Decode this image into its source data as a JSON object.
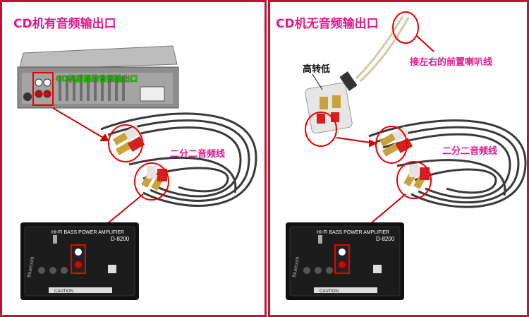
{
  "left": {
    "title": "CD机有音频输出口",
    "rear_label": "CD机后面的音频输出口",
    "cable_label": "二分二音频线",
    "amp": {
      "model": "D-8200",
      "name": "HI-FI BASS POWER AMPLIFIER",
      "brand": "Bluetooth",
      "caution": "CAUTION"
    }
  },
  "right": {
    "title": "CD机无音频输出口",
    "speaker_label": "接左右的前置喇叭线",
    "converter_label": "高转低",
    "cable_label": "二分二音频线",
    "amp": {
      "model": "D-8200",
      "name": "HI-FI BASS POWER AMPLIFIER",
      "brand": "Bluetooth",
      "caution": "CAUTION"
    }
  },
  "colors": {
    "border": "#c8102e",
    "title": "#e5178c",
    "green_label": "#22c000",
    "arrow": "#d40000"
  }
}
